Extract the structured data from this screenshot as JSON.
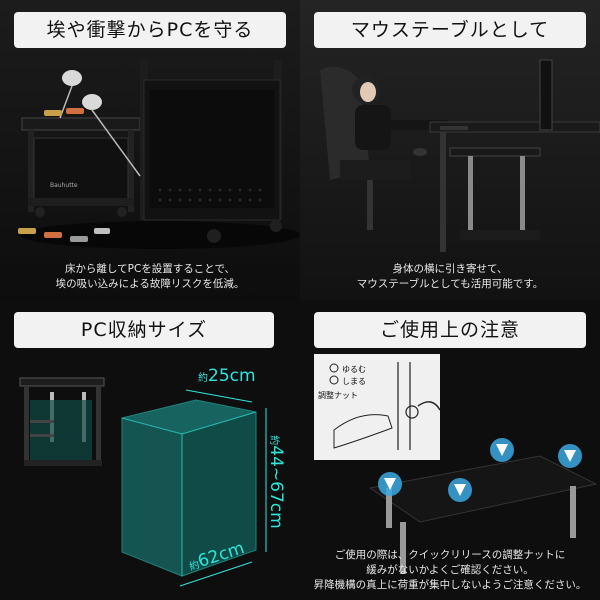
{
  "panels": {
    "dust": {
      "title": "埃や衝撃からPCを守る",
      "caption_line1": "床から離してPCを設置することで、",
      "caption_line2": "埃の吸い込みによる故障リスクを低減。",
      "logo_text": "Bauhutte"
    },
    "mouse_table": {
      "title": "マウステーブルとして",
      "caption_line1": "身体の横に引き寄せて、",
      "caption_line2": "マウステーブルとしても活用可能です。"
    },
    "pc_storage": {
      "title": "PC収納サイズ",
      "width_prefix": "約",
      "width_value": "25cm",
      "height_prefix": "約",
      "height_value": "44~67cm",
      "depth_prefix": "約",
      "depth_value": "62cm"
    },
    "caution": {
      "title": "ご使用上の注意",
      "loosen_label": "ゆるむ",
      "tighten_label": "しまる",
      "nut_label": "調整ナット",
      "caption_line1": "ご使用の際は、クイックリリースの調整ナットに",
      "caption_line2": "緩みがないかよくご確認ください。",
      "caption_line3": "昇降機構の真上に荷重が集中しないようご注意ください。"
    }
  },
  "colors": {
    "accent": "#2ee6dc",
    "arrow_blue": "#3aa9e0",
    "title_bg": "#f2f2f2"
  }
}
